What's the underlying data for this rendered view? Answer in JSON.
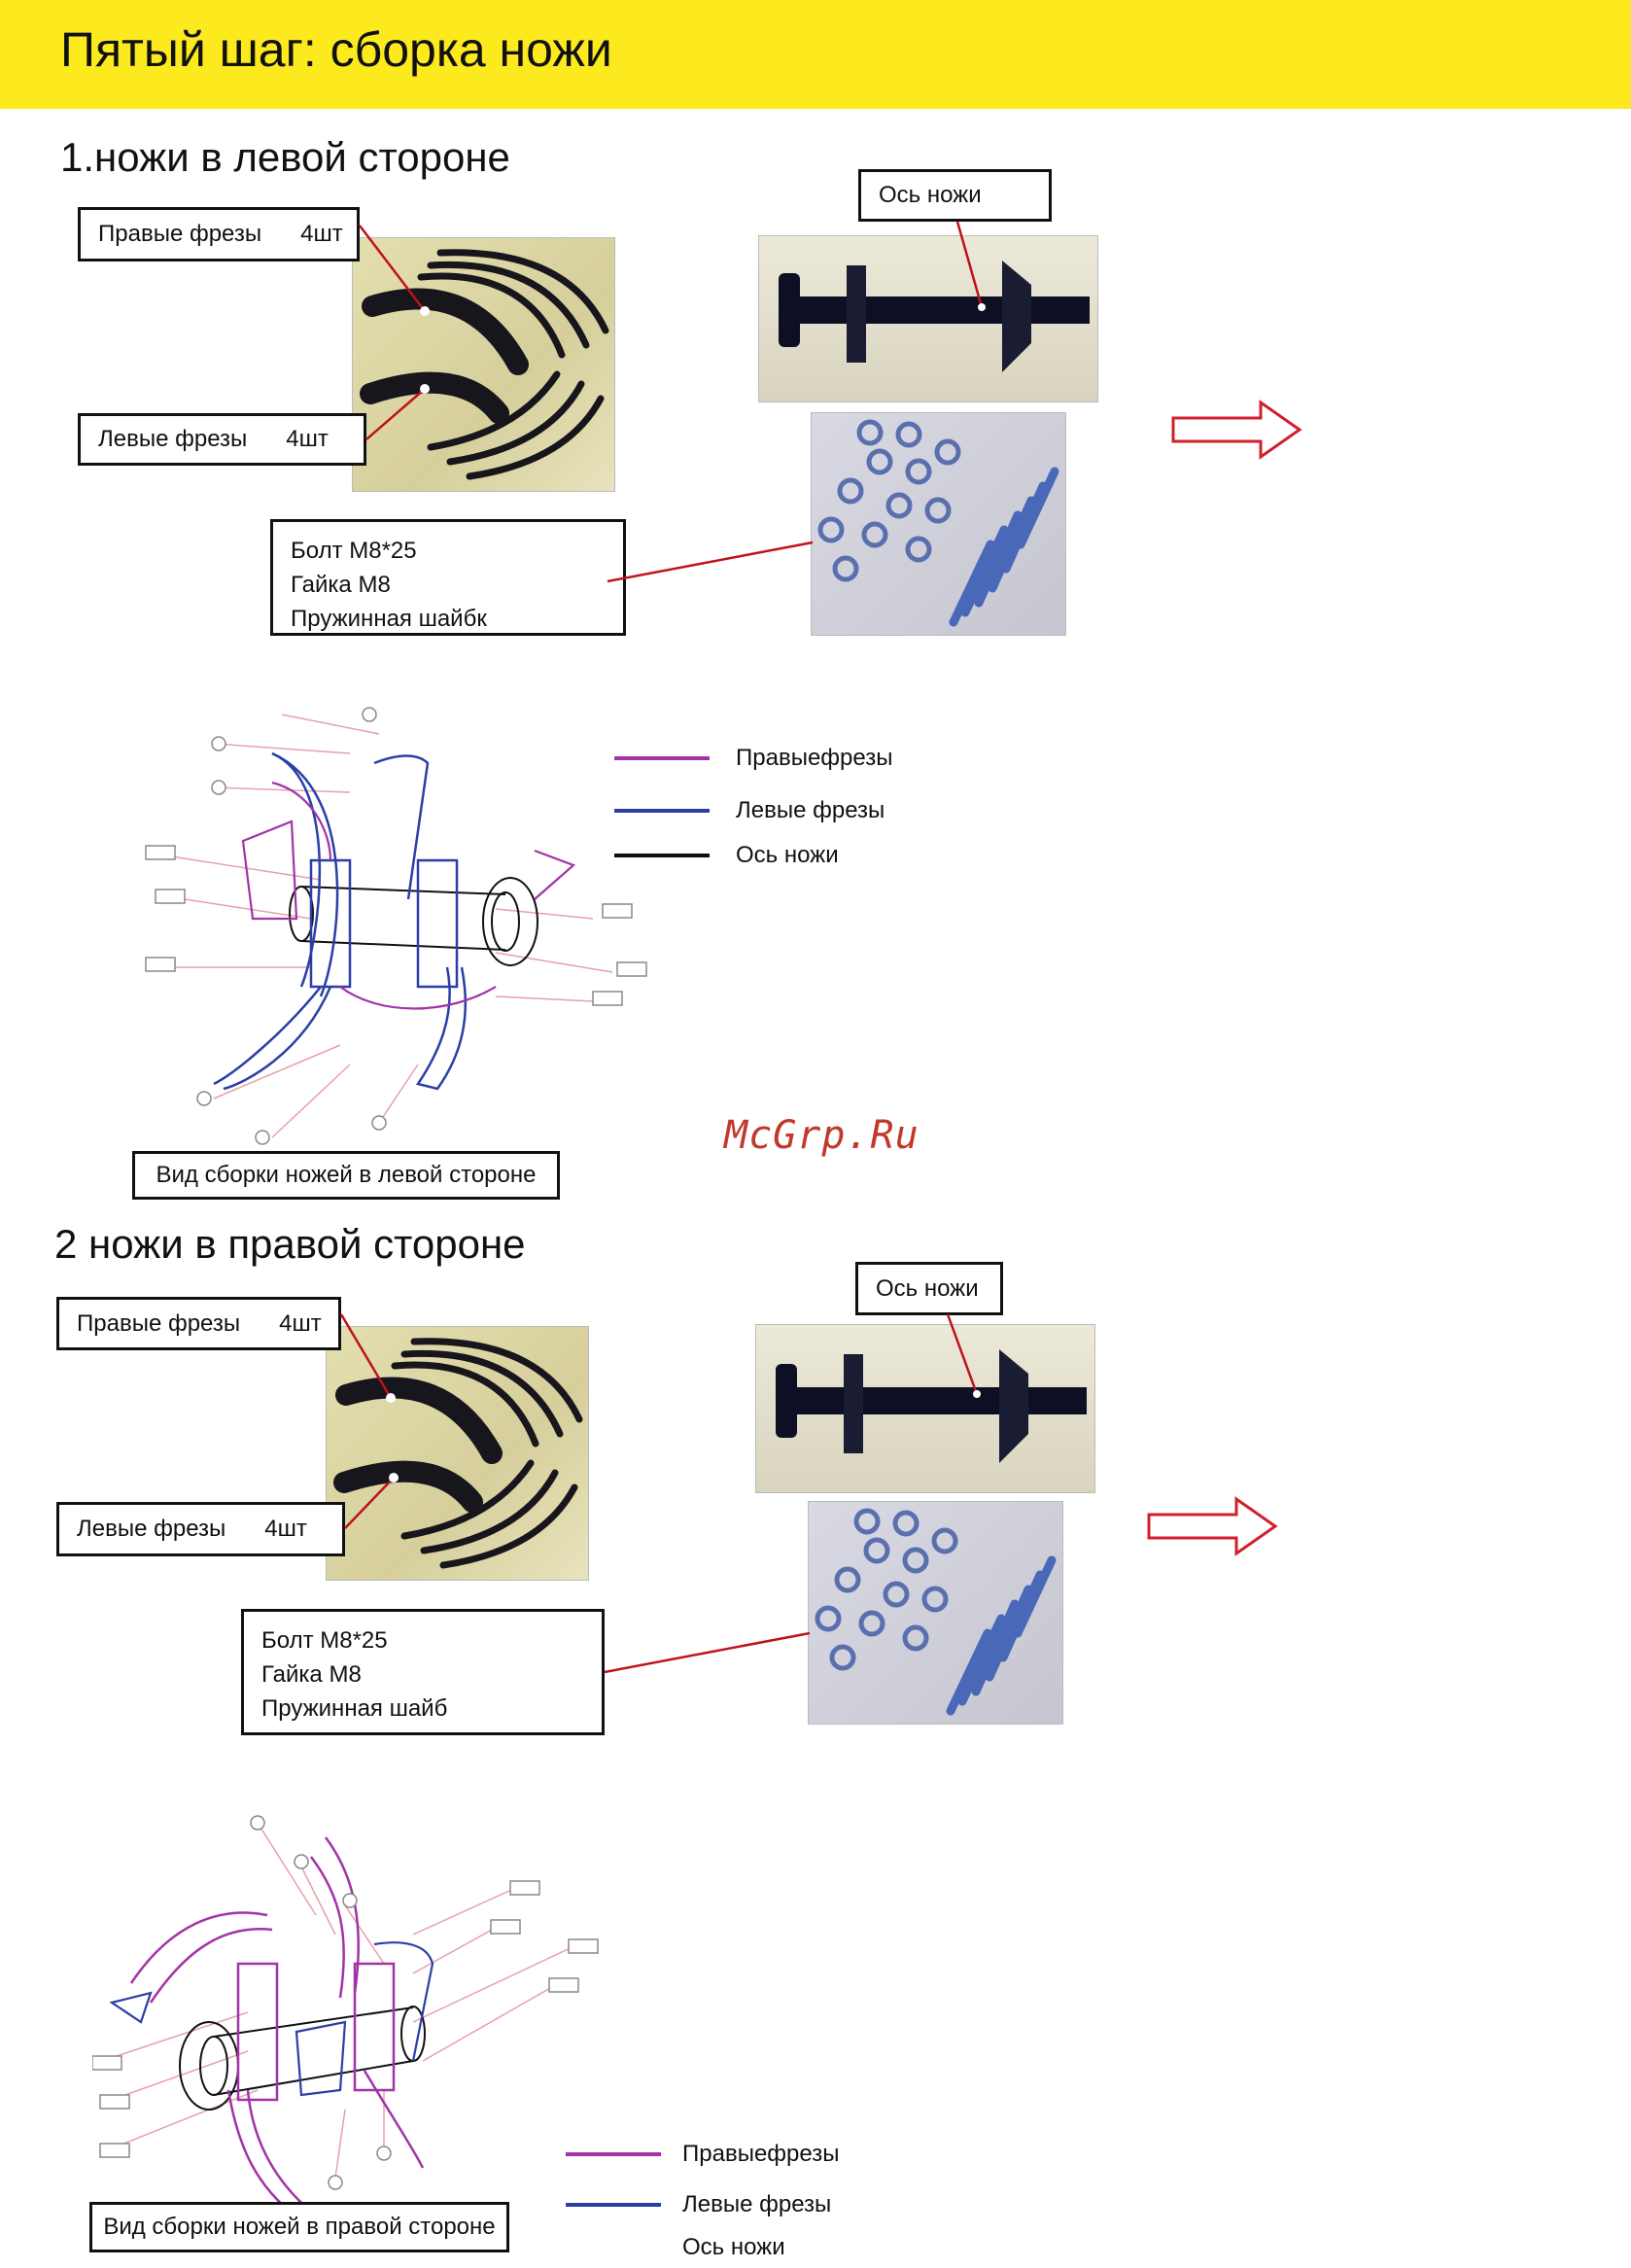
{
  "header": {
    "title": "Пятый шаг: сборка ножи"
  },
  "sections": [
    {
      "title": "1.ножи в левой стороне",
      "labels": {
        "right_cutters": "Правые фрезы",
        "right_count": "4шт",
        "left_cutters": "Левые фрезы",
        "left_count": "4шт",
        "axle": "Ось ножи",
        "hardware_lines": [
          "Болт М8*25",
          "Гайка М8",
          "Пружинная шайбк"
        ]
      },
      "legend": {
        "right": "Правыефрезы",
        "left": "Левые фрезы",
        "axle": "Ось ножи"
      },
      "caption": "Вид сборки ножей в левой стороне"
    },
    {
      "title": "2 ножи в правой стороне",
      "labels": {
        "right_cutters": "Правые фрезы",
        "right_count": "4шт",
        "left_cutters": "Левые фрезы",
        "left_count": "4шт",
        "axle": "Ось ножи",
        "hardware_lines": [
          "Болт М8*25",
          "Гайка М8",
          "Пружинная шайб"
        ]
      },
      "legend": {
        "right": "Правыефрезы",
        "left": "Левые фрезы",
        "axle": "Ось ножи"
      },
      "caption": "Вид сборки ножей в правой стороне"
    }
  ],
  "watermark": "McGrp.Ru",
  "colors": {
    "header_bg": "#fcea1f",
    "right_cutter": "#a233a8",
    "left_cutter": "#2b3fa6",
    "axle": "#111111",
    "leader_line": "#c0121b",
    "arrow": "#d0202a"
  }
}
